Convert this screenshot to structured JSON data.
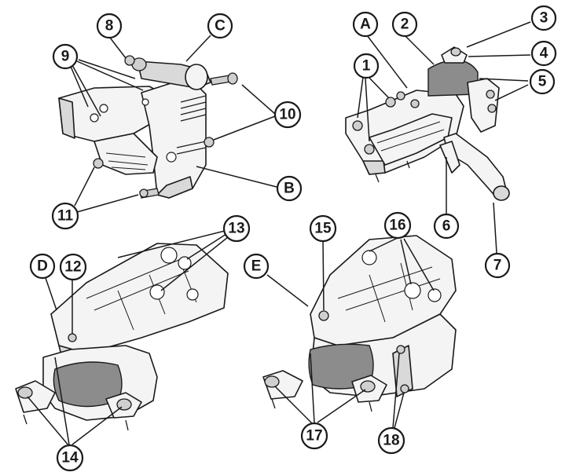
{
  "callouts": [
    {
      "id": "8",
      "label": "8"
    },
    {
      "id": "C",
      "label": "C"
    },
    {
      "id": "9",
      "label": "9"
    },
    {
      "id": "10",
      "label": "10"
    },
    {
      "id": "B",
      "label": "B"
    },
    {
      "id": "11",
      "label": "11"
    },
    {
      "id": "A",
      "label": "A"
    },
    {
      "id": "2",
      "label": "2"
    },
    {
      "id": "3",
      "label": "3"
    },
    {
      "id": "4",
      "label": "4"
    },
    {
      "id": "5",
      "label": "5"
    },
    {
      "id": "1",
      "label": "1"
    },
    {
      "id": "6",
      "label": "6"
    },
    {
      "id": "7",
      "label": "7"
    },
    {
      "id": "13",
      "label": "13"
    },
    {
      "id": "D",
      "label": "D"
    },
    {
      "id": "12",
      "label": "12"
    },
    {
      "id": "14",
      "label": "14"
    },
    {
      "id": "15",
      "label": "15"
    },
    {
      "id": "16",
      "label": "16"
    },
    {
      "id": "E",
      "label": "E"
    },
    {
      "id": "17",
      "label": "17"
    },
    {
      "id": "18",
      "label": "18"
    }
  ]
}
